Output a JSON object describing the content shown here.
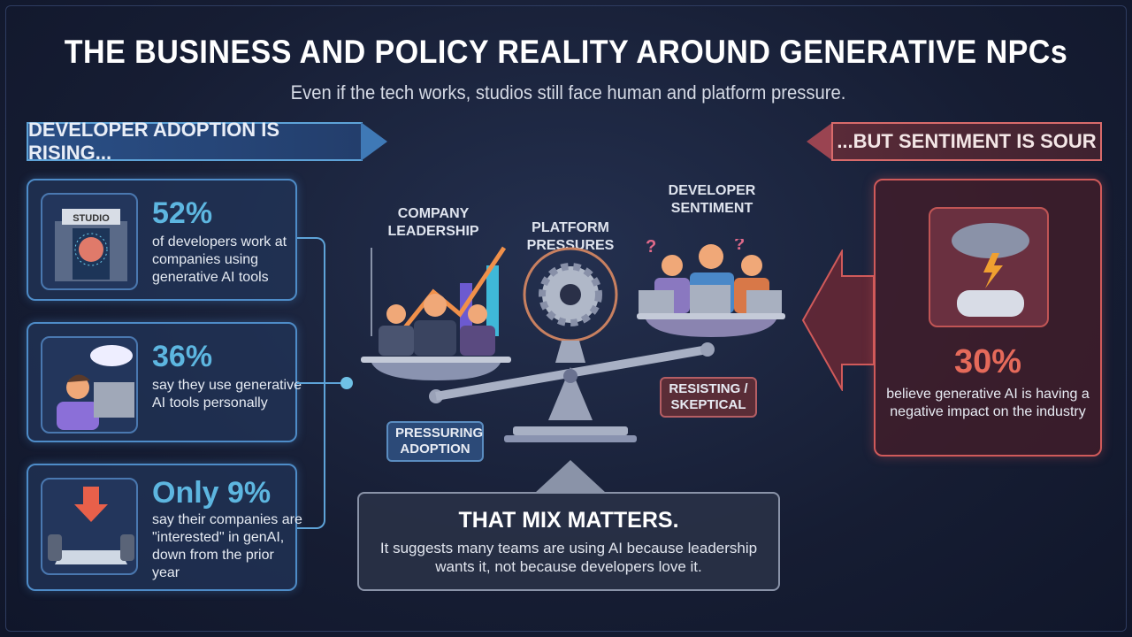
{
  "header": {
    "title": "THE BUSINESS AND POLICY REALITY AROUND GENERATIVE NPCs",
    "subtitle": "Even if the tech works, studios still face human and platform pressure."
  },
  "left_banner": "DEVELOPER ADOPTION IS RISING...",
  "right_banner": "...BUT SENTIMENT IS SOUR",
  "stats": [
    {
      "value": "52%",
      "text": "of developers work at companies using generative AI tools",
      "icon": "studio-brain-icon",
      "icon_label": "STUDIO"
    },
    {
      "value": "36%",
      "text": "say they use generative AI tools personally",
      "icon": "developer-computer-icon"
    },
    {
      "value": "Only 9%",
      "text": "say their companies are \"interested\" in genAI, down from the prior year",
      "icon": "boardroom-down-arrow-icon"
    }
  ],
  "scale": {
    "left_label": "COMPANY LEADERSHIP",
    "center_label": "PLATFORM PRESSURES",
    "right_label": "DEVELOPER SENTIMENT",
    "left_tag": "PRESSURING ADOPTION",
    "right_tag": "RESISTING / SKEPTICAL"
  },
  "sentiment": {
    "value": "30%",
    "text": "believe generative AI is having a negative impact on the industry",
    "icon": "storm-cloud-gamepad-icon"
  },
  "conclusion": {
    "title": "THAT MIX MATTERS.",
    "text": "It suggests many teams are using AI because leadership wants it, not because developers love it."
  },
  "colors": {
    "accent_blue": "#5db6e0",
    "accent_red": "#e56a5a",
    "background": "#161d33"
  }
}
